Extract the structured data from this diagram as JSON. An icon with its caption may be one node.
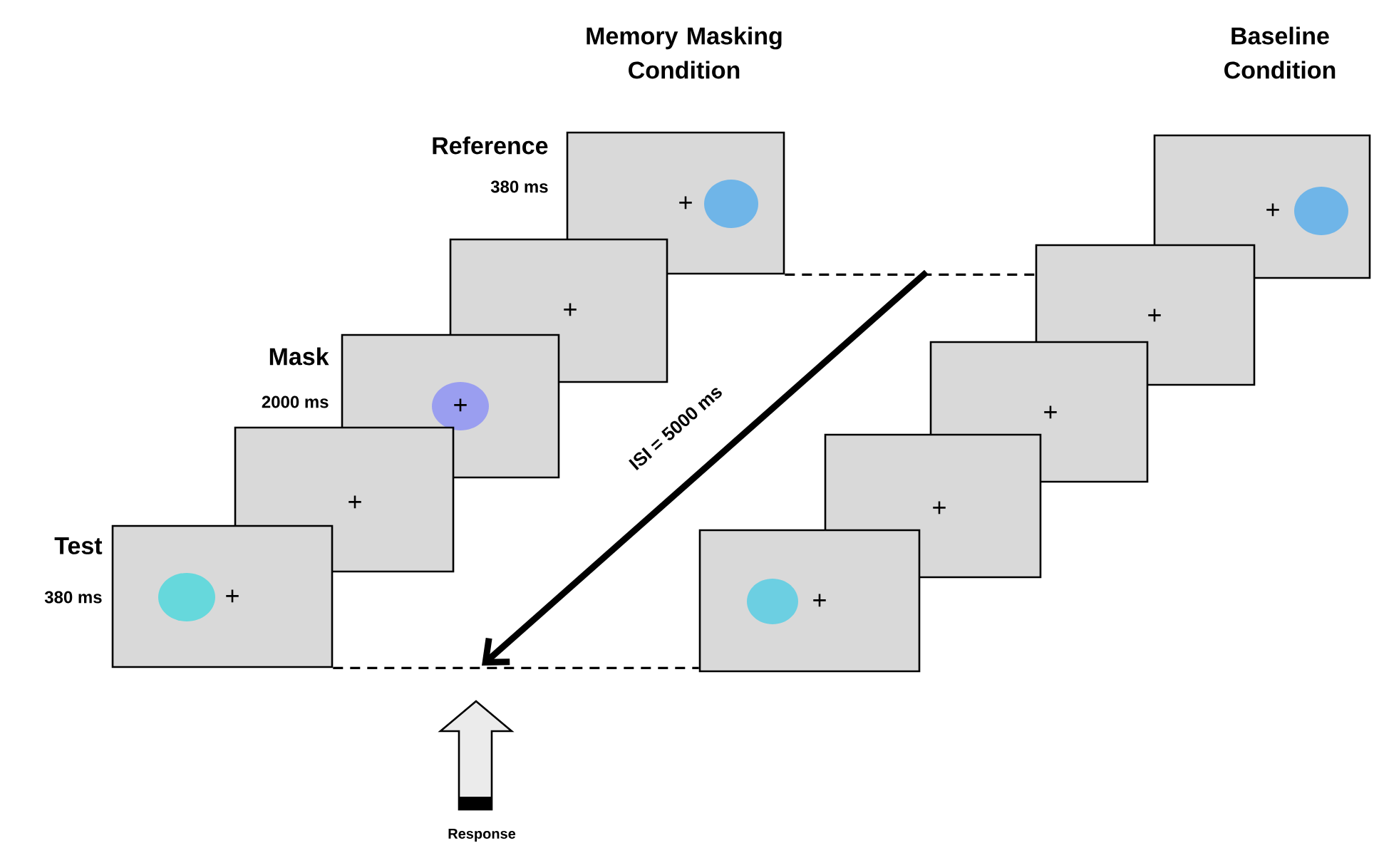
{
  "diagram": {
    "nodes": [
      {
        "text": [
          "Reference",
          "+"
        ],
        "beside": [
          "380 ms"
        ]
      },
      {
        "text": [
          "+"
        ]
      },
      {
        "text": [
          "Mask",
          "+"
        ],
        "beside": [
          "2000 ms"
        ]
      },
      {
        "text": [
          "+"
        ]
      },
      {
        "text": [
          "Test",
          "+"
        ],
        "beside": [
          "380 ms"
        ]
      },
      {
        "text": [
          "+"
        ]
      },
      {
        "text": [
          "+"
        ]
      },
      {
        "text": [
          "+"
        ]
      },
      {
        "text": [
          "+"
        ]
      },
      {
        "text": [
          "+"
        ]
      }
    ],
    "edges": [
      {
        "from": 0,
        "to": 6,
        "arrow": "none",
        "style": "dashed"
      },
      {
        "from": 4,
        "to": 9,
        "arrow": "none",
        "style": "dashed"
      }
    ],
    "labels": [
      "Memory Masking Condition",
      "Baseline Condition",
      "ISI = 5000 ms",
      "Response"
    ]
  }
}
